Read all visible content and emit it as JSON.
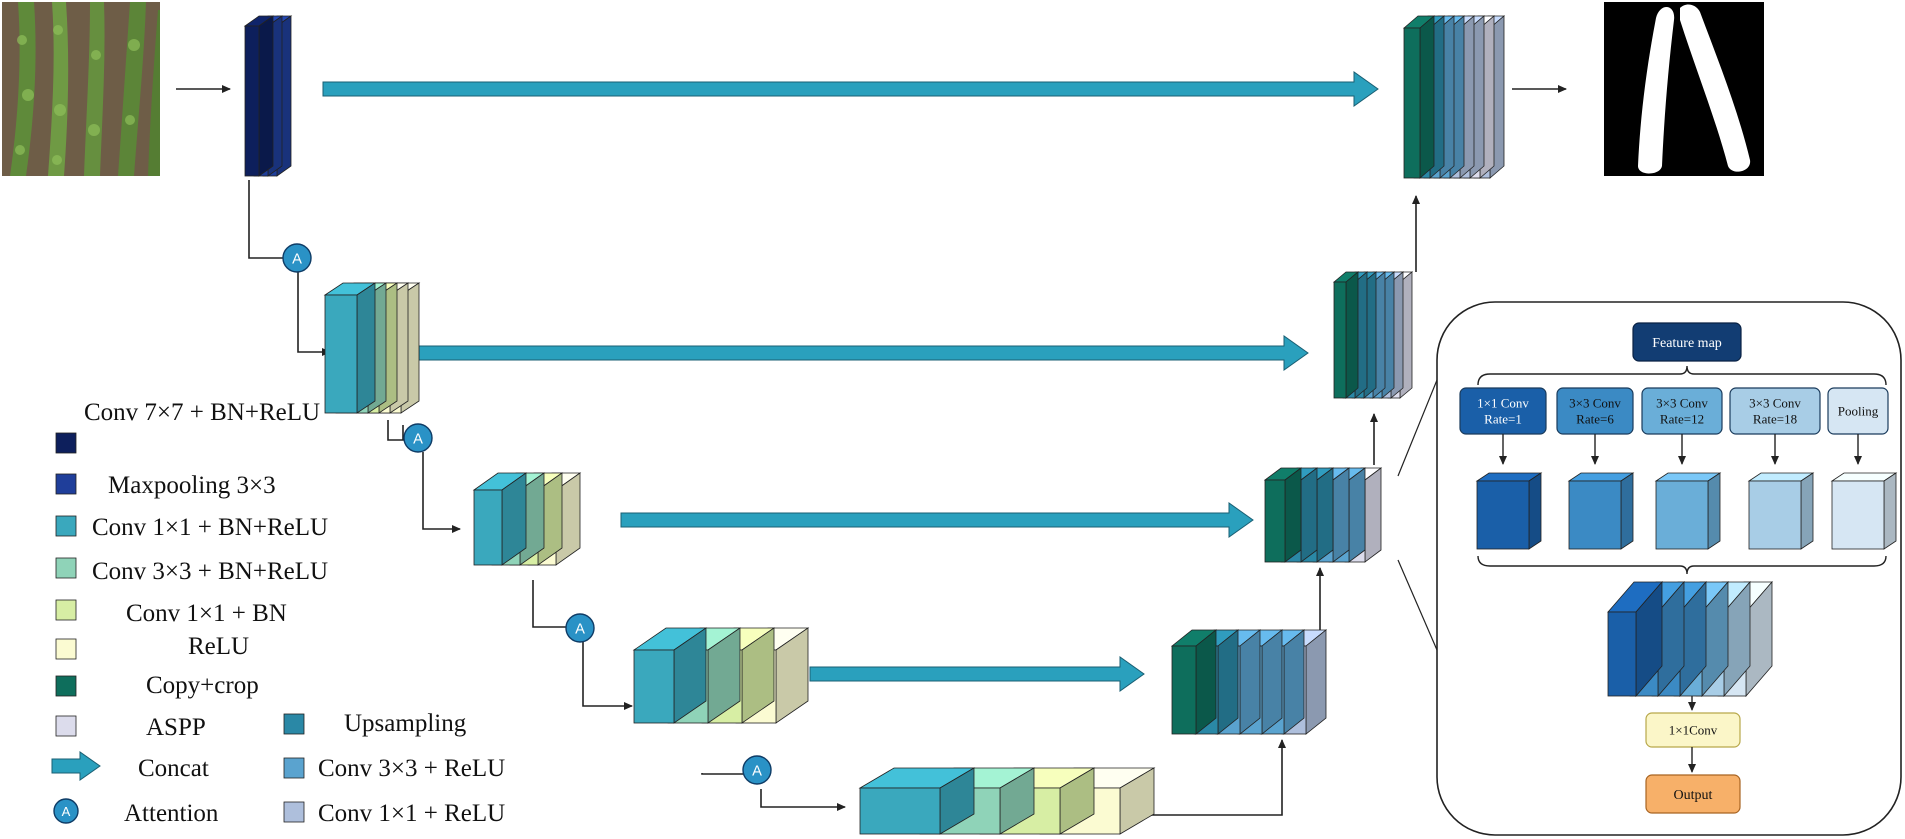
{
  "colors": {
    "conv7": "#0d1f5c",
    "maxpool": "#1f3e9a",
    "conv1_bn_relu": "#3aa8bd",
    "conv3_bn_relu": "#8fd3b8",
    "conv1_bn": "#d7eea4",
    "relu": "#fbfbd2",
    "copy_crop": "#0e6e5c",
    "aspp": "#dcdcec",
    "concat_arrow": "#2aa0bd",
    "attention": "#2a92c6",
    "upsampling": "#2a88a6",
    "conv3_relu": "#5aa3cf",
    "conv1_relu": "#aebfdc",
    "aspp_blue1": "#1a5fa8",
    "aspp_blue2": "#3b8ac4",
    "aspp_blue3": "#6aaed8",
    "aspp_blue4": "#a8cde6",
    "aspp_blue5": "#d6e6f3",
    "feature_map_box": "#123d73",
    "conv_out_box": "#fbf6c8",
    "output_box": "#f7b069"
  },
  "legend": {
    "conv7": "Conv 7×7 + BN+ReLU",
    "maxpool": "Maxpooling 3×3",
    "conv1_bn_relu": "Conv 1×1 + BN+ReLU",
    "conv3_bn_relu": "Conv 3×3 + BN+ReLU",
    "conv1_bn": "Conv 1×1 + BN",
    "relu": "ReLU",
    "copy_crop": "Copy+crop",
    "aspp": "ASPP",
    "upsampling": "Upsampling",
    "concat": "Concat",
    "conv3_relu": "Conv 3×3 + ReLU",
    "attention": "Attention",
    "conv1_relu": "Conv 1×1 + ReLU"
  },
  "attention_symbol": "A",
  "aspp": {
    "feature_map": "Feature map",
    "branches": [
      {
        "line1": "1×1 Conv",
        "line2": "Rate=1"
      },
      {
        "line1": "3×3 Conv",
        "line2": "Rate=6"
      },
      {
        "line1": "3×3 Conv",
        "line2": "Rate=12"
      },
      {
        "line1": "3×3 Conv",
        "line2": "Rate=18"
      },
      {
        "line1": "Pooling",
        "line2": ""
      }
    ],
    "conv_out": "1×1Conv",
    "output": "Output"
  }
}
